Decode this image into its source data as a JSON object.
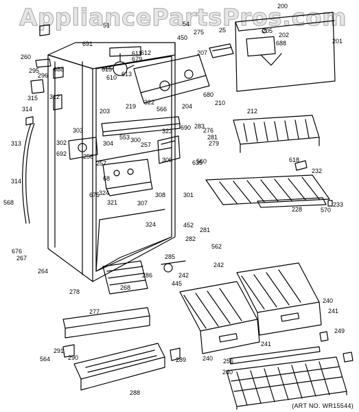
{
  "watermark": "AppliancePartsPros.com",
  "art_number": "(ART NO. WR15544)",
  "colors": {
    "ink": "#000000",
    "paper": "#ffffff",
    "watermark_fill": "#e6e6e6",
    "watermark_stroke": "#b5b5b5"
  },
  "part_labels": [
    "200",
    "201",
    "202",
    "205",
    "688",
    "25",
    "275",
    "450",
    "54",
    "51",
    "691",
    "260",
    "295",
    "296",
    "688",
    "612",
    "611",
    "679",
    "615",
    "610",
    "613",
    "207",
    "680",
    "322",
    "312",
    "315",
    "314",
    "219",
    "203",
    "566",
    "204",
    "210",
    "212",
    "303",
    "553",
    "690",
    "283",
    "276",
    "281",
    "279",
    "323",
    "302",
    "304",
    "692",
    "300",
    "257",
    "256",
    "306",
    "257",
    "68",
    "635",
    "560",
    "618",
    "232",
    "313",
    "675",
    "324",
    "321",
    "307",
    "308",
    "301",
    "233",
    "570",
    "228",
    "314",
    "568",
    "324",
    "452",
    "281",
    "282",
    "562",
    "676",
    "267",
    "264",
    "285",
    "286",
    "445",
    "278",
    "268",
    "242",
    "242",
    "240",
    "241",
    "241",
    "240",
    "277",
    "249",
    "290",
    "291",
    "564",
    "289",
    "288",
    "256",
    "240"
  ]
}
